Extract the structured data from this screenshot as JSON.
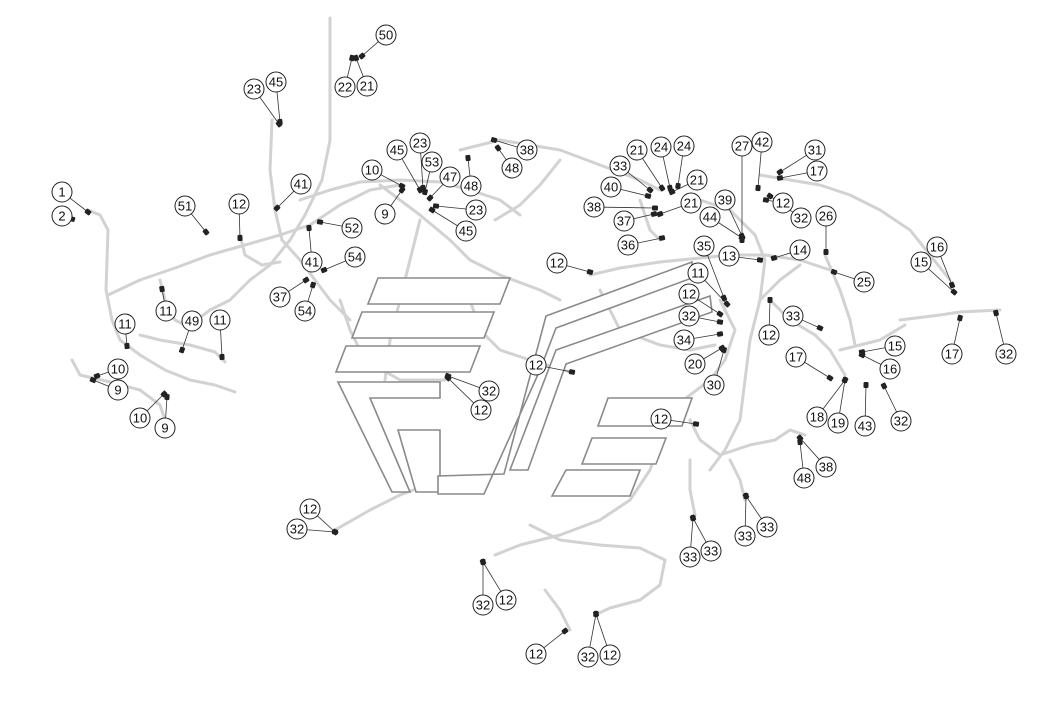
{
  "colors": {
    "harness": "#d2d2d2",
    "logo_outline": "#8a8a8a",
    "ink": "#222222"
  },
  "callouts": [
    "1",
    "2",
    "10",
    "9",
    "11",
    "49",
    "11",
    "11",
    "10",
    "9",
    "51",
    "12",
    "23",
    "45",
    "41",
    "22",
    "21",
    "50",
    "52",
    "41",
    "54",
    "37",
    "54",
    "10",
    "9",
    "45",
    "23",
    "53",
    "47",
    "48",
    "23",
    "45",
    "48",
    "38",
    "12",
    "32",
    "12",
    "12",
    "33",
    "21",
    "24",
    "24",
    "40",
    "21",
    "38",
    "21",
    "37",
    "36",
    "27",
    "42",
    "39",
    "44",
    "31",
    "17",
    "12",
    "32",
    "26",
    "25",
    "14",
    "13",
    "35",
    "11",
    "12",
    "32",
    "34",
    "20",
    "30",
    "12",
    "33",
    "16",
    "15",
    "17",
    "32",
    "15",
    "16",
    "17",
    "18",
    "19",
    "43",
    "32",
    "12",
    "48",
    "38",
    "33",
    "33",
    "33",
    "33",
    "12",
    "32",
    "32",
    "12",
    "12",
    "32",
    "12"
  ]
}
